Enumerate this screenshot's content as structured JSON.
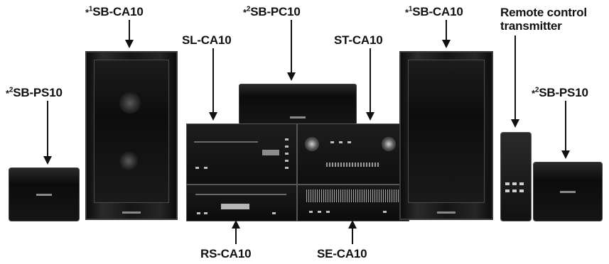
{
  "labels": {
    "sb_ca10_left": {
      "mark": "*",
      "sup": "1",
      "name": "SB-CA10"
    },
    "sb_pc10": {
      "mark": "*",
      "sup": "2",
      "name": "SB-PC10"
    },
    "sb_ca10_right": {
      "mark": "*",
      "sup": "1",
      "name": "SB-CA10"
    },
    "sl_ca10": {
      "name": "SL-CA10"
    },
    "st_ca10": {
      "name": "ST-CA10"
    },
    "remote_line1": "Remote control",
    "remote_line2": "transmitter",
    "sb_ps10_left": {
      "mark": "*",
      "sup": "2",
      "name": "SB-PS10"
    },
    "sb_ps10_right": {
      "mark": "*",
      "sup": "2",
      "name": "SB-PS10"
    },
    "rs_ca10": {
      "name": "RS-CA10"
    },
    "se_ca10": {
      "name": "SE-CA10"
    }
  }
}
